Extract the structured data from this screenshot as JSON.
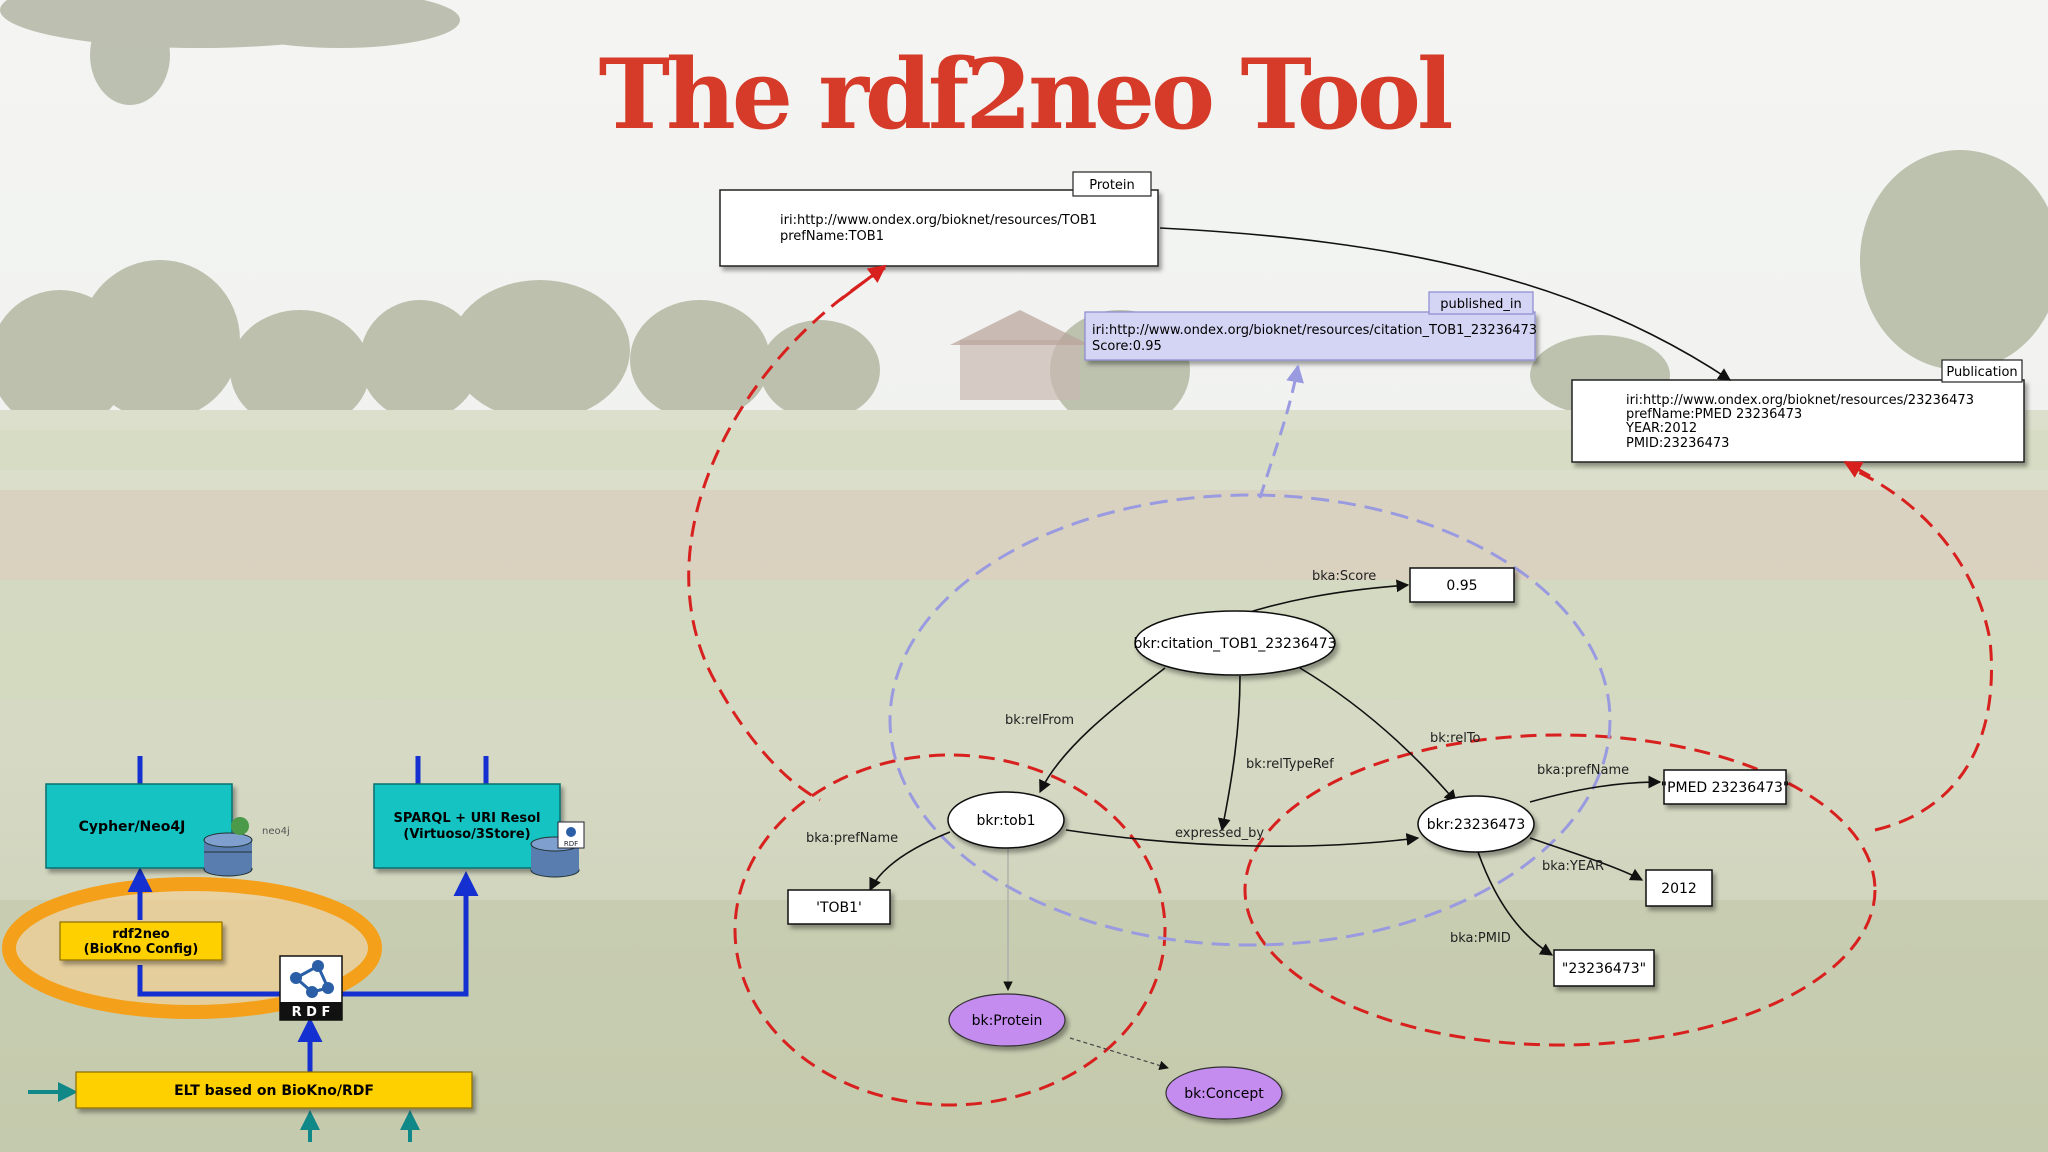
{
  "slide": {
    "title": "The rdf2neo Tool"
  },
  "top_graph": {
    "protein_box": {
      "tag": "Protein",
      "lines": [
        "iri:http://www.ondex.org/bioknet/resources/TOB1",
        "prefName:TOB1"
      ]
    },
    "published_in_box": {
      "tag": "published_in",
      "lines": [
        "iri:http://www.ondex.org/bioknet/resources/citation_TOB1_23236473",
        "Score:0.95"
      ]
    },
    "publication_box": {
      "tag": "Publication",
      "lines": [
        "iri:http://www.ondex.org/bioknet/resources/23236473",
        "prefName:PMED 23236473",
        "YEAR:2012",
        "PMID:23236473"
      ]
    }
  },
  "rdf_graph": {
    "nodes": {
      "citation": "bkr:citation_TOB1_23236473",
      "tob1": "bkr:tob1",
      "pub": "bkr:23236473",
      "score_val": "0.95",
      "tob1_name": "'TOB1'",
      "pmed_name": "\"PMED 23236473\"",
      "year_val": "2012",
      "pmid_val": "\"23236473\"",
      "protein_class": "bk:Protein",
      "concept_class": "bk:Concept"
    },
    "edges": {
      "score": "bka:Score",
      "rel_from": "bk:relFrom",
      "rel_type": "bk:relTypeRef",
      "rel_to": "bk:relTo",
      "expressed_by": "expressed_by",
      "tob1_pref": "bka:prefName",
      "pub_pref": "bka:prefName",
      "year": "bka:YEAR",
      "pmid": "bka:PMID"
    }
  },
  "architecture": {
    "cypher": "Cypher/Neo4J",
    "neo4j_logo": "neo4j",
    "sparql_line1": "SPARQL + URI Resol",
    "sparql_line2": "(Virtuoso/3Store)",
    "rdf2neo_line1": "rdf2neo",
    "rdf2neo_line2": "(BioKno Config)",
    "rdf_logo": "R D F",
    "rdf_small": "RDF",
    "elt": "ELT based on BioKno/RDF"
  },
  "colors": {
    "title": "#d63a28",
    "teal_box": "#17c3c3",
    "yellow_box": "#ffd000",
    "orange_ring": "#f5a01a",
    "arrow_blue": "#1530d0",
    "red_dashed": "#d8201e",
    "lavender_dashed": "#9a9ae0",
    "purple_node": "#c58cf0"
  }
}
